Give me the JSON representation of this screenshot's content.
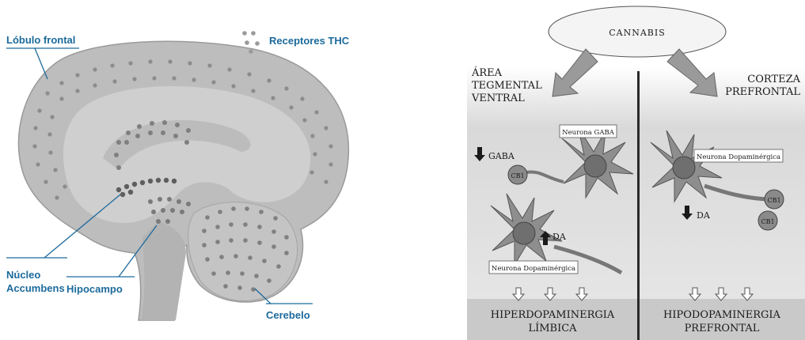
{
  "left_diagram": {
    "labels": {
      "frontal": "Lóbulo frontal",
      "receptors": "Receptores THC",
      "nucleus_line1": "Núcleo",
      "nucleus_line2": "Accumbens",
      "hippocampus": "Hipocampo",
      "cerebellum": "Cerebelo"
    },
    "colors": {
      "label": "#1c6a9c",
      "brain_outer": "#bdbdbd",
      "brain_inner": "#cfcfcf",
      "receptor_dot": "#8c8c8c"
    }
  },
  "right_diagram": {
    "source": "CANNABIS",
    "region_left_line1": "ÁREA",
    "region_left_line2": "TEGMENTAL",
    "region_left_line3": "VENTRAL",
    "region_right_line1": "CORTEZA",
    "region_right_line2": "PREFRONTAL",
    "neuron_gaba_label": "Neurona GABA",
    "neuron_da_left_label": "Neurona Dopaminérgica",
    "neuron_da_right_label": "Neurona Dopaminérgica",
    "gaba_change": "GABA",
    "da_change_left": "DA",
    "da_change_right": "DA",
    "receptor": "CB1",
    "bottom_left_line1": "HIPERDOPAMINERGIA",
    "bottom_left_line2": "LÍMBICA",
    "bottom_right_line1": "HIPODOPAMINERGIA",
    "bottom_right_line2": "PREFRONTAL"
  }
}
